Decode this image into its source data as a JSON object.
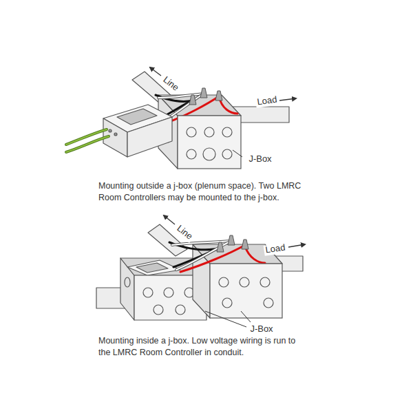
{
  "diagram": {
    "labels": [
      "Line",
      "Load",
      "J-Box",
      "Mounting outside a j-box (plenum space). Two LMRC Room Controllers may be mounted to the j-box.",
      "Line",
      "Load",
      "J-Box",
      "Mounting inside a j-box. Low voltage wiring is run to the LMRC Room Controller in conduit."
    ]
  }
}
